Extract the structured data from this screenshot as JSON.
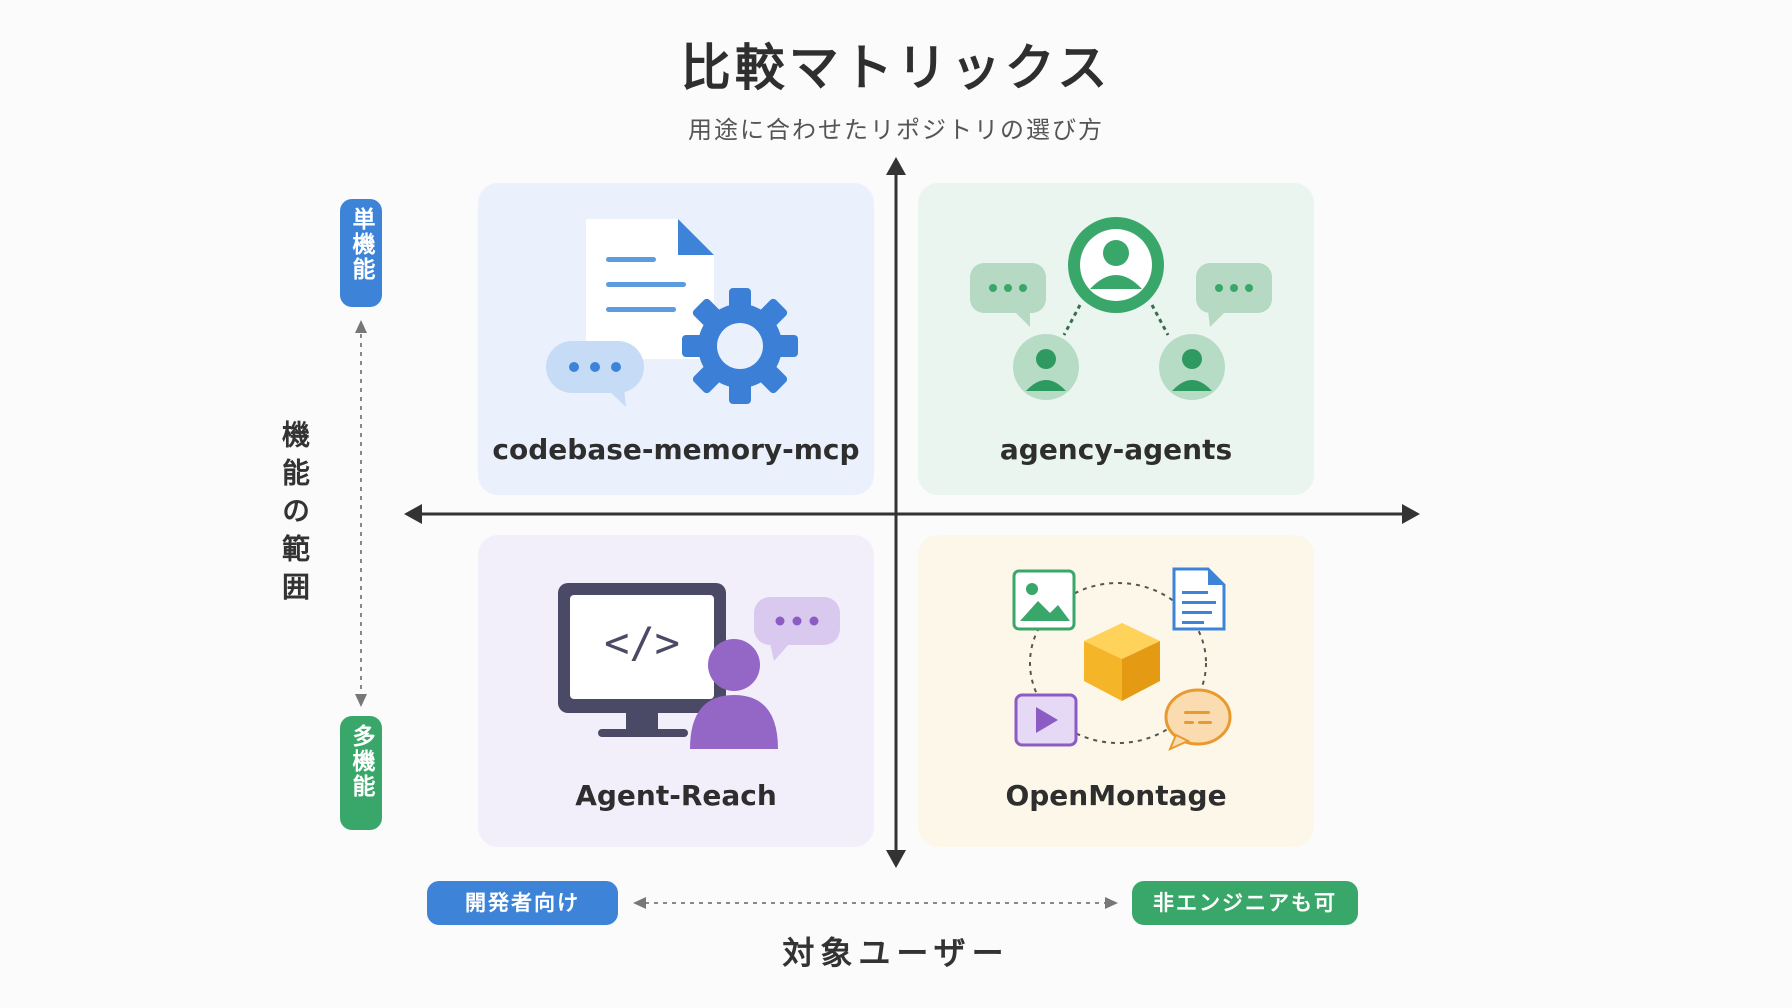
{
  "title": "比較マトリックス",
  "subtitle": "用途に合わせたリポジトリの選び方",
  "quadrants": {
    "top_left": {
      "label": "codebase-memory-mcp",
      "color": "#eaf1fc",
      "icons": [
        "document-icon",
        "gear-icon",
        "chat-bubble-icon"
      ]
    },
    "top_right": {
      "label": "agency-agents",
      "color": "#ebf5ef",
      "icons": [
        "user-network-icon",
        "chat-bubble-icon"
      ]
    },
    "bottom_left": {
      "label": "Agent-Reach",
      "color": "#f2effb",
      "icons": [
        "monitor-code-icon",
        "user-icon",
        "chat-bubble-icon"
      ]
    },
    "bottom_right": {
      "label": "OpenMontage",
      "color": "#fdf7e9",
      "icons": [
        "image-icon",
        "document-icon",
        "video-icon",
        "chat-bubble-icon",
        "cube-icon"
      ]
    }
  },
  "vertical_axis": {
    "label": "機能の範囲",
    "top_pill": "単機能",
    "bottom_pill": "多機能",
    "top_color": "#3d84d8",
    "bottom_color": "#3aa76a"
  },
  "horizontal_axis": {
    "label": "対象ユーザー",
    "left_pill": "開発者向け",
    "right_pill": "非エンジニアも可",
    "left_color": "#3d84d8",
    "right_color": "#3aa76a"
  }
}
